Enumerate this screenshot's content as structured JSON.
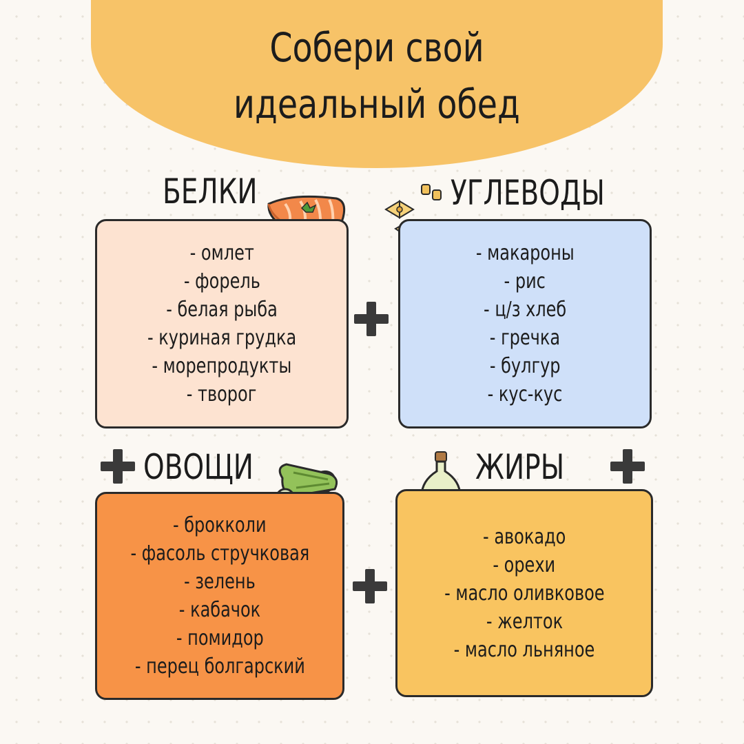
{
  "title": {
    "line1": "Собери свой",
    "line2": "идеальный обед"
  },
  "groups": {
    "proteins": {
      "heading": "БЕЛКИ",
      "color": "#fde3d1",
      "icon": "salmon-steak",
      "items": [
        "- омлет",
        "- форель",
        "- белая рыба",
        "- куриная грудка",
        "- морепродукты",
        "- творог"
      ]
    },
    "carbs": {
      "heading": "УГЛЕВОДЫ",
      "color": "#cfe0f9",
      "icon": "pasta",
      "items": [
        "- макароны",
        "- рис",
        "- ц/з хлеб",
        "- гречка",
        "- булгур",
        "- кус-кус"
      ]
    },
    "vegetables": {
      "heading": "ОВОЩИ",
      "color": "#f79347",
      "icon": "zucchini",
      "items": [
        "- брокколи",
        "- фасоль стручковая",
        "- зелень",
        "- кабачок",
        "- помидор",
        "- перец болгарский"
      ]
    },
    "fats": {
      "heading": "ЖИРЫ",
      "color": "#f9c460",
      "icon": "olive-oil-bottle",
      "items": [
        "- авокадо",
        "- орехи",
        "- масло оливковое",
        "- желток",
        "- масло льняное"
      ]
    }
  },
  "colors": {
    "banner": "#f7c368",
    "plus": "#3a3a3a",
    "outline": "#2a2a2a"
  }
}
